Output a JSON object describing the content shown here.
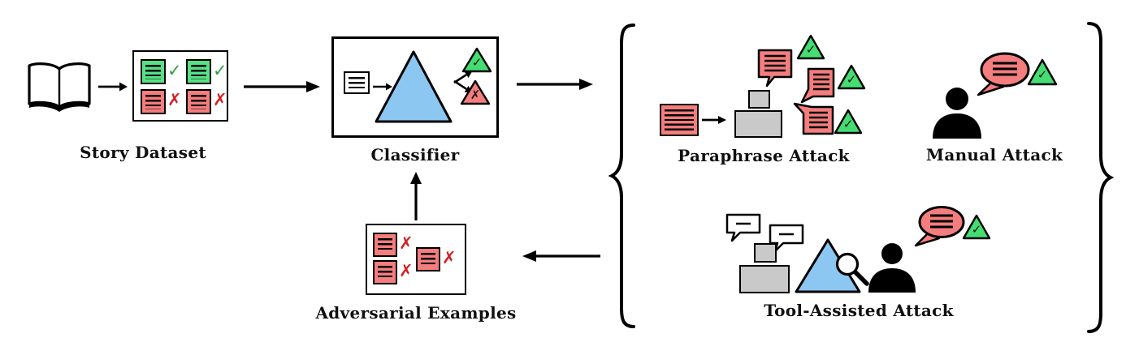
{
  "figure": {
    "labels": {
      "story_dataset": "Story Dataset",
      "classifier": "Classifier",
      "paraphrase_attack": "Paraphrase Attack",
      "manual_attack": "Manual Attack",
      "tool_assisted_attack": "Tool-Assisted Attack",
      "adversarial_examples": "Adversarial Examples"
    },
    "icons": {
      "check": "✓",
      "cross": "✗"
    },
    "colors": {
      "doc-green": "#57e187",
      "tri-green": "#45dd72",
      "doc-red": "#f47d7d",
      "classifier-blue": "#8cc7f2",
      "robot-gray": "#c9c9c9",
      "check-green": "#2f9e41",
      "cross-red": "#d41f23",
      "tri-mark": "#151515",
      "ink": "#000000"
    }
  }
}
